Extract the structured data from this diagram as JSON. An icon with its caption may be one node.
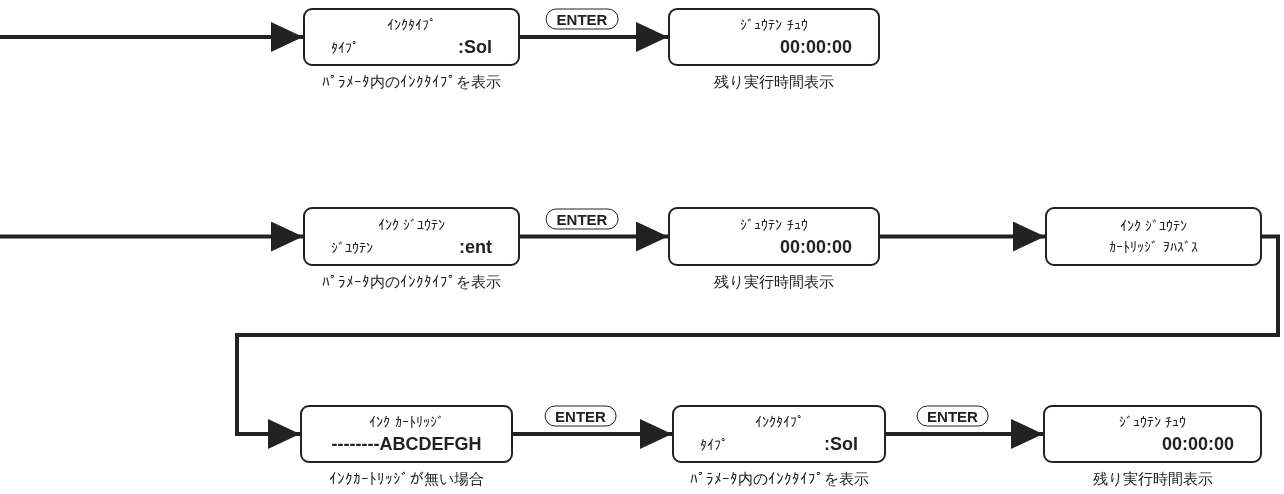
{
  "diagram": {
    "nodes": [
      {
        "text": [
          "ｲﾝｸﾀｲﾌﾟ",
          "ﾀｲﾌﾟ",
          ":Sol"
        ],
        "beside": [
          "ﾊﾟﾗﾒｰﾀ内のｲﾝｸﾀｲﾌﾟを表示"
        ]
      },
      {
        "text": [
          "ｼﾞｭｳﾃﾝ ﾁｭｳ",
          "00:00:00"
        ],
        "beside": [
          "残り実行時間表示"
        ]
      },
      {
        "text": [
          "ｲﾝｸ ｼﾞﾕｳﾃﾝ",
          "ｼﾞﾕｳﾃﾝ",
          ":ent"
        ],
        "beside": [
          "ﾊﾟﾗﾒｰﾀ内のｲﾝｸﾀｲﾌﾟを表示"
        ]
      },
      {
        "text": [
          "ｼﾞｭｳﾃﾝ ﾁｭｳ",
          "00:00:00"
        ],
        "beside": [
          "残り実行時間表示"
        ]
      },
      {
        "text": [
          "ｲﾝｸ ｼﾞﾕｳﾃﾝ",
          "ｶｰﾄﾘｯｼﾞ ｦﾊｽﾞｽ"
        ]
      },
      {
        "text": [
          "ｲﾝｸ ｶｰﾄﾘｯｼﾞ",
          "--------ABCDEFGH"
        ],
        "beside": [
          "ｲﾝｸｶｰﾄﾘｯｼﾞが無い場合"
        ]
      },
      {
        "text": [
          "ｲﾝｸﾀｲﾌﾟ",
          "ﾀｲﾌﾟ",
          ":Sol"
        ],
        "beside": [
          "ﾊﾟﾗﾒｰﾀ内のｲﾝｸﾀｲﾌﾟを表示"
        ]
      },
      {
        "text": [
          "ｼﾞｭｳﾃﾝ ﾁｭｳ",
          "00:00:00"
        ],
        "beside": [
          "残り実行時間表示"
        ]
      }
    ],
    "edges": [
      {
        "from": null,
        "to": 0,
        "arrow": "to"
      },
      {
        "from": 0,
        "to": 1,
        "arrow": "to",
        "label": "ENTER"
      },
      {
        "from": null,
        "to": 2,
        "arrow": "to"
      },
      {
        "from": 2,
        "to": 3,
        "arrow": "to",
        "label": "ENTER"
      },
      {
        "from": 3,
        "to": 4,
        "arrow": "to"
      },
      {
        "from": 4,
        "to": 5,
        "arrow": "to"
      },
      {
        "from": 5,
        "to": 6,
        "arrow": "to",
        "label": "ENTER"
      },
      {
        "from": 6,
        "to": 7,
        "arrow": "to",
        "label": "ENTER"
      }
    ]
  }
}
